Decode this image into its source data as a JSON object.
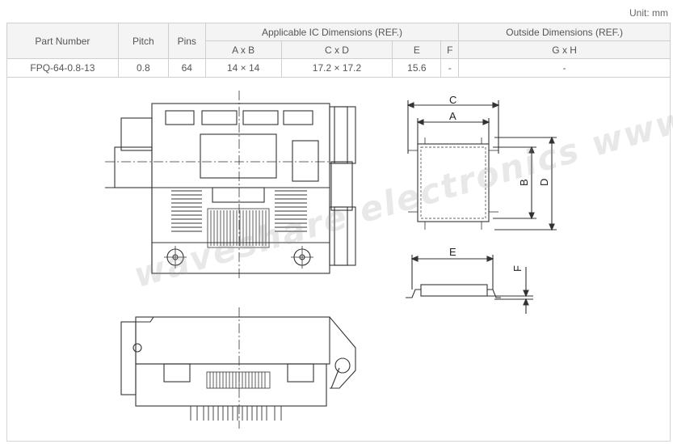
{
  "unit_label": "Unit: mm",
  "table": {
    "headers": {
      "part_number": "Part Number",
      "pitch": "Pitch",
      "pins": "Pins",
      "applicable_ic": "Applicable IC Dimensions (REF.)",
      "outside_dims": "Outside Dimensions (REF.)"
    },
    "subheaders": {
      "axb": "A x B",
      "cxd": "C x D",
      "e": "E",
      "f": "F",
      "gxh": "G x H"
    },
    "row": {
      "part_number": "FPQ-64-0.8-13",
      "pitch": "0.8",
      "pins": "64",
      "axb": "14 × 14",
      "cxd": "17.2 × 17.2",
      "e": "15.6",
      "f": "-",
      "gxh": "-"
    }
  },
  "drawing_labels": {
    "c": "C",
    "a": "A",
    "b": "B",
    "d": "D",
    "e": "E",
    "f": "F"
  },
  "watermark": "waveshare electronics  www.wvshare.com"
}
